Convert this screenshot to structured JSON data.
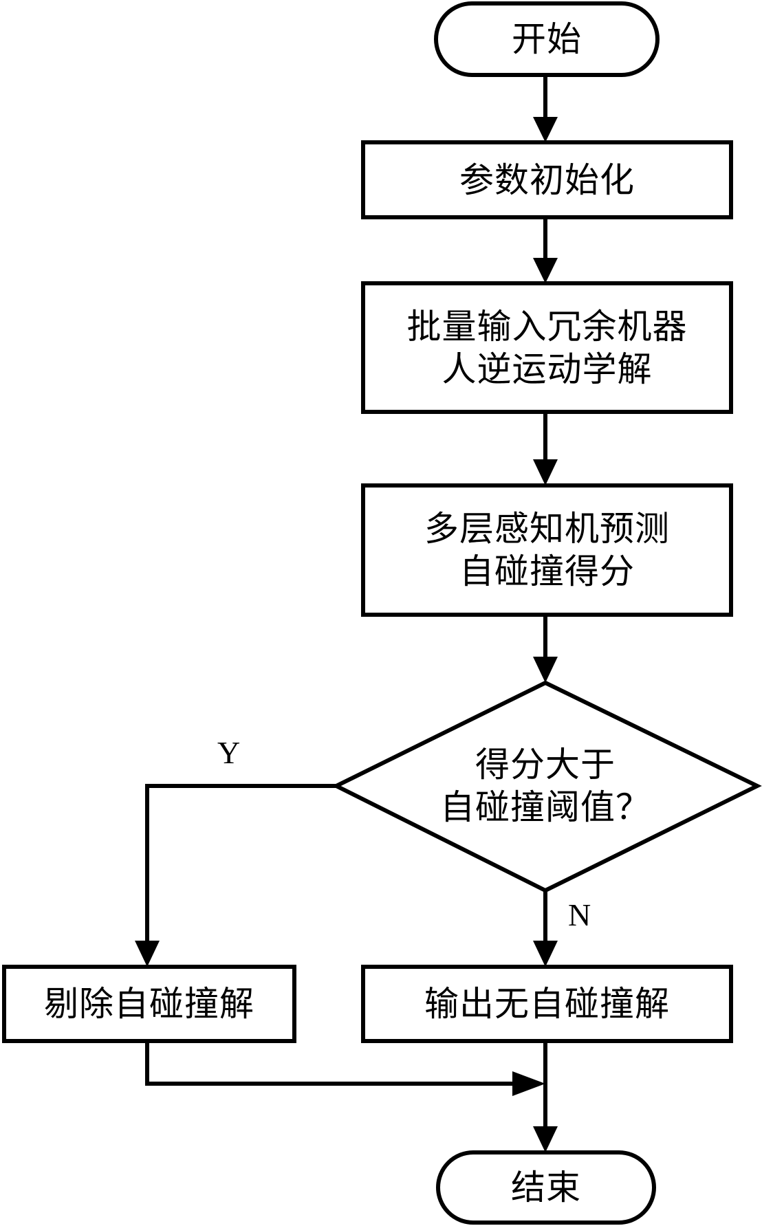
{
  "flowchart": {
    "start": {
      "label": "开始"
    },
    "steps": [
      {
        "id": "init",
        "lines": [
          "参数初始化"
        ]
      },
      {
        "id": "input",
        "lines": [
          "批量输入冗余机器",
          "人逆运动学解"
        ]
      },
      {
        "id": "predict",
        "lines": [
          "多层感知机预测",
          "自碰撞得分"
        ]
      }
    ],
    "decision": {
      "lines": [
        "得分大于",
        "自碰撞阈值？"
      ],
      "yes_label": "Y",
      "no_label": "N"
    },
    "yes_branch": {
      "lines": [
        "剔除自碰撞解"
      ]
    },
    "no_branch": {
      "lines": [
        "输出无自碰撞解"
      ]
    },
    "end": {
      "label": "结束"
    }
  }
}
